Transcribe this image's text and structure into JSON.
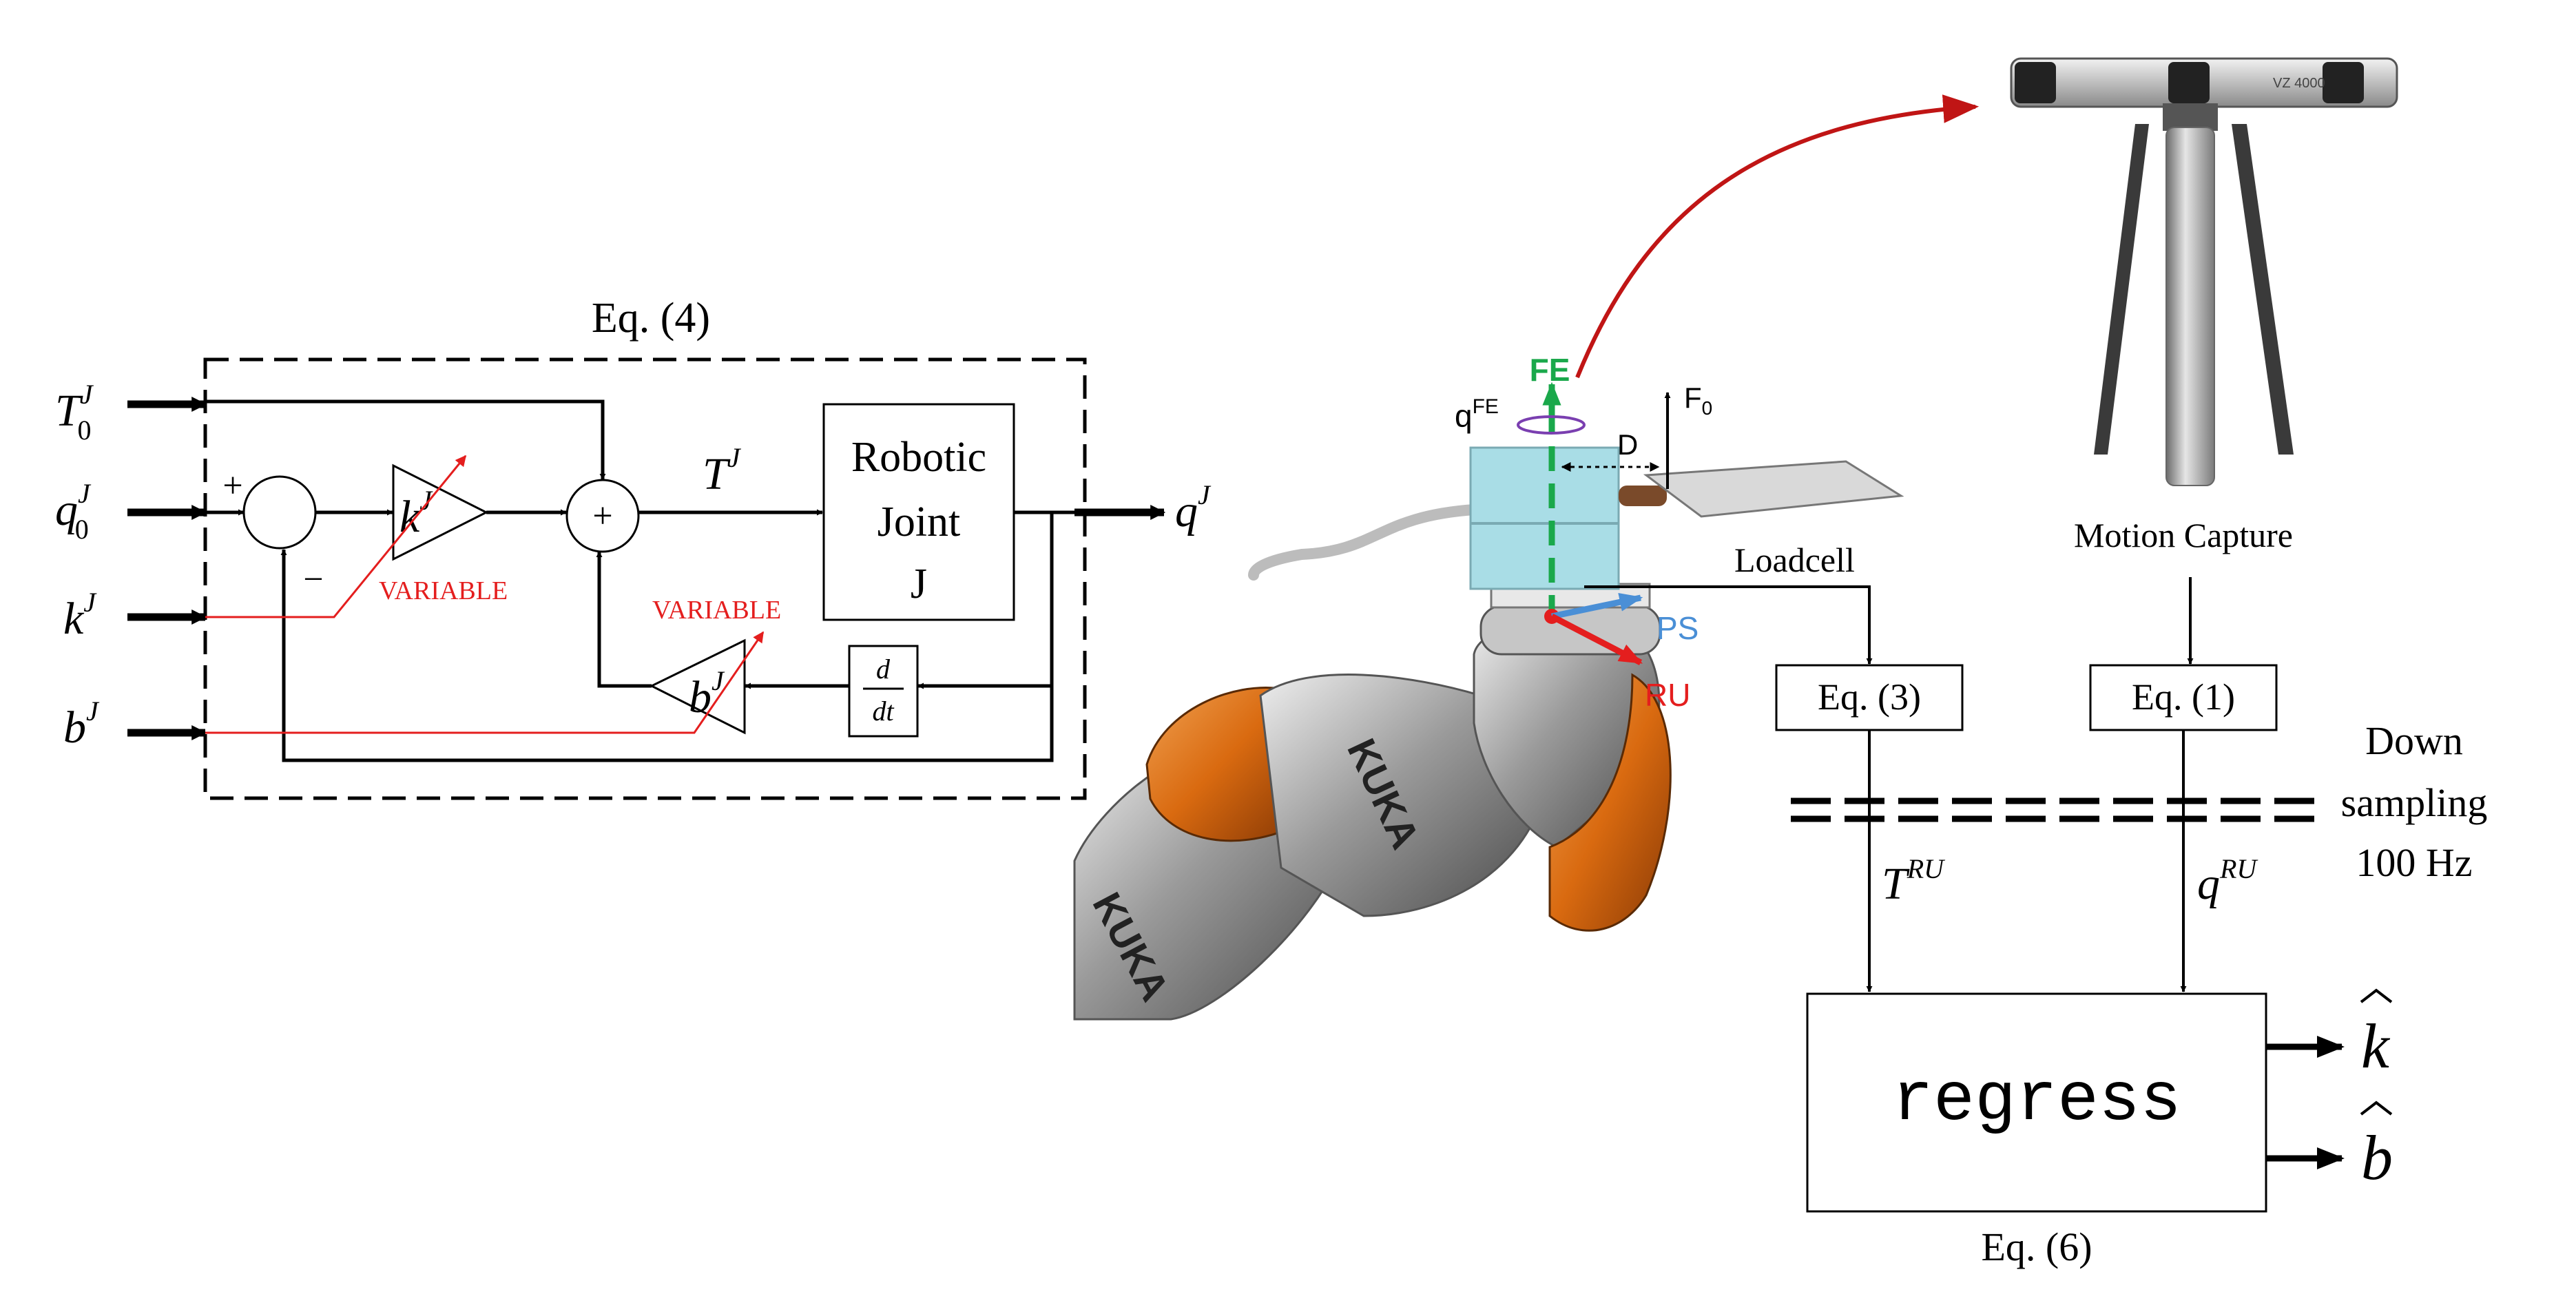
{
  "colors": {
    "line": "#000000",
    "variable": "#e41e1e",
    "fe": "#1aa84b",
    "ps": "#4a8fd6",
    "ru": "#e41e1e",
    "curve": "#c01515",
    "cube": "#a9dde6",
    "kuka_orange": "#d96a10",
    "kuka_gray": "#8c8c8c"
  },
  "controller": {
    "eq_label": "Eq. (4)",
    "inputs": {
      "t0": {
        "main": "T",
        "sup": "J",
        "sub": "0"
      },
      "q0": {
        "main": "q",
        "sup": "J",
        "sub": "0"
      },
      "k": {
        "main": "k",
        "sup": "J"
      },
      "b": {
        "main": "b",
        "sup": "J"
      }
    },
    "plus_sign": "+",
    "minus_sign": "−",
    "sum_sign": "+",
    "k_gain": {
      "main": "k",
      "sup": "J"
    },
    "b_gain": {
      "main": "b",
      "sup": "J"
    },
    "torque": {
      "main": "T",
      "sup": "J"
    },
    "joint_block": [
      "Robotic",
      "Joint",
      "J"
    ],
    "derivative": {
      "num": "d",
      "den": "dt"
    },
    "output": {
      "main": "q",
      "sup": "J"
    },
    "variable_label": "VARIABLE"
  },
  "robot": {
    "fe": "FE",
    "ps": "PS",
    "ru": "RU",
    "q_fe": {
      "main": "q",
      "sup": "FE"
    },
    "f0": {
      "main": "F",
      "sub": "0"
    },
    "d_label": "D",
    "kuka_text": "KUKA"
  },
  "mocap": {
    "label": "Motion Capture",
    "device_text": "VZ 4000"
  },
  "pipeline": {
    "loadcell": "Loadcell",
    "eq3": "Eq. (3)",
    "eq1": "Eq. (1)",
    "downsampling": [
      "Down",
      "sampling",
      "100 Hz"
    ],
    "t_ru": {
      "main": "T",
      "sup": "RU"
    },
    "q_ru": {
      "main": "q",
      "sup": "RU"
    },
    "regress": "regress",
    "eq6": "Eq. (6)",
    "k_hat": "k",
    "b_hat": "b"
  }
}
